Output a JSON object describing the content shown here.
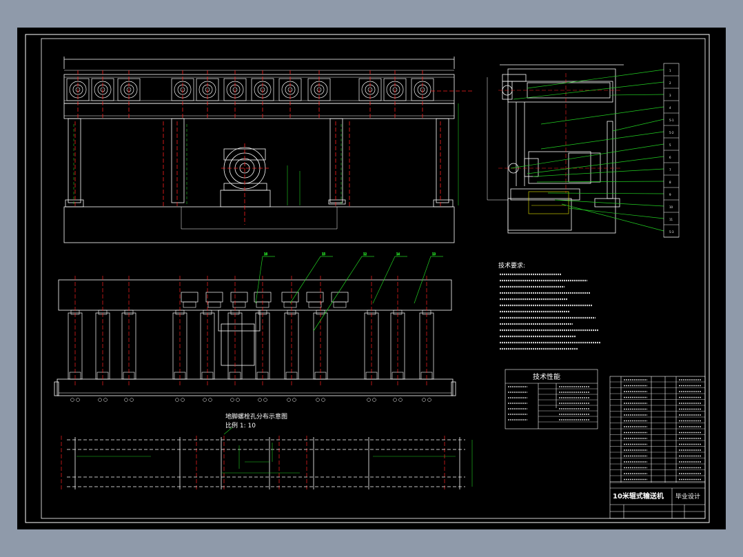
{
  "drawing": {
    "title_block": {
      "project_name": "10米辊式输送机",
      "category": "毕业设计"
    },
    "technical_requirements": {
      "heading": "技术要求:",
      "item_count": 10
    },
    "technical_performance": {
      "heading": "技术性能"
    },
    "foundation_plan": {
      "title": "地脚螺栓孔分布示意图",
      "scale": "比例 1: 10"
    },
    "balloons_side": [
      "1",
      "2",
      "3",
      "4",
      "5-1",
      "5-2",
      "5",
      "6",
      "7",
      "8",
      "9",
      "10",
      "11",
      "5-3"
    ],
    "balloons_plan": [
      "16",
      "15",
      "12",
      "14",
      "13"
    ],
    "colors": {
      "line_white": "#ffffff",
      "center_red": "#ff2020",
      "dim_green": "#22d022",
      "hidden_yellow": "#e8e800",
      "background": "#000000",
      "frame": "#8f9aaa"
    }
  }
}
